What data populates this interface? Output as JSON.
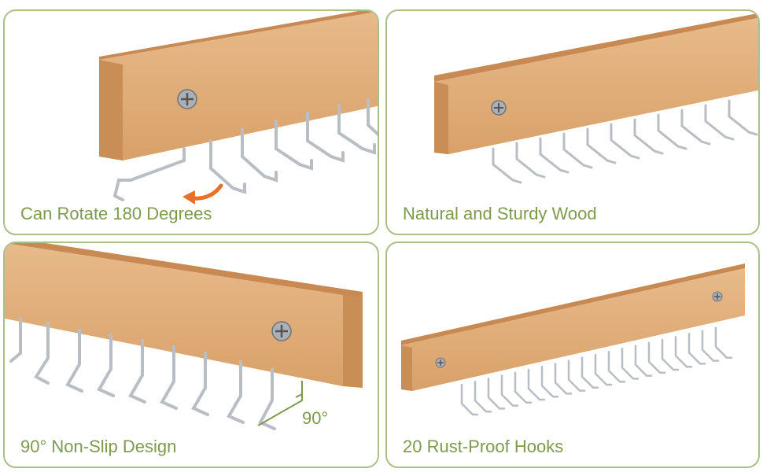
{
  "panels": [
    {
      "caption": "Can Rotate 180 Degrees"
    },
    {
      "caption": "Natural and Sturdy Wood"
    },
    {
      "caption": "90° Non-Slip Design",
      "angle_label": "90°"
    },
    {
      "caption": "20 Rust-Proof Hooks"
    }
  ],
  "colors": {
    "border": "#a9c089",
    "caption": "#7d9a4e",
    "wood_front": "#e3b07c",
    "wood_top": "#c98e56",
    "metal": "#b9bec4",
    "arrow": "#e8712a"
  }
}
